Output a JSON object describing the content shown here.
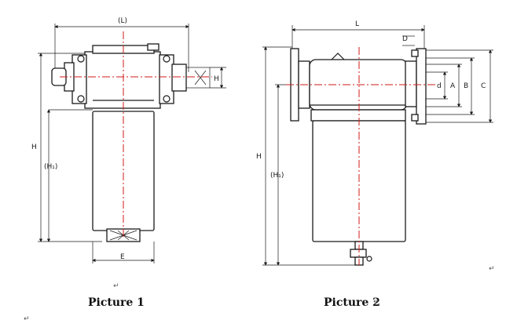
{
  "picture1": {
    "caption": "Picture 1",
    "dims": {
      "top_width": "(L)",
      "height": "H",
      "height_total": "(H₁)",
      "base_width": "E",
      "inlet_small": "H"
    }
  },
  "picture2": {
    "caption": "Picture 2",
    "dims": {
      "top_width": "L",
      "flange_thick": "D",
      "d": "d",
      "a": "A",
      "b": "B",
      "c": "C",
      "height": "H",
      "height_total": "(H₁)"
    }
  },
  "marks": {
    "return": "↵"
  },
  "colors": {
    "centerline": "#d21a1a",
    "line": "#1a1a1a"
  }
}
